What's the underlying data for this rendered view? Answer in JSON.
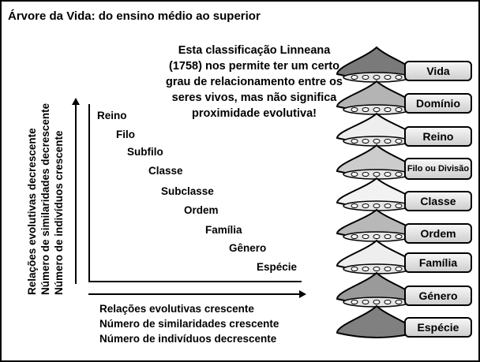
{
  "title": "Árvore da Vida: do ensino médio ao superior",
  "note": "Esta classificação Linneana (1758) nos permite ter um certo grau de relacionamento entre os seres vivos, mas não significa proximidade evolutiva!",
  "ranks": [
    "Reino",
    "Filo",
    "Subfilo",
    "Classe",
    "Subclasse",
    "Ordem",
    "Família",
    "Gênero",
    "Espécie"
  ],
  "vertical_axis_labels": [
    "Relações evolutivas decrescente",
    "Número de similaridades decrescente",
    "Número de indivíduos crescente"
  ],
  "horizontal_axis_labels": [
    "Relações evolutivas crescente",
    "Número de similaridades crescente",
    "Número de indivíduos decrescente"
  ],
  "hierarchy_labels": [
    "Vida",
    "Domínio",
    "Reino",
    "Filo ou Divisão",
    "Classe",
    "Ordem",
    "Família",
    "Género",
    "Espécie"
  ],
  "colors": {
    "accent_dark": "#707070",
    "accent_light": "#eeeeee"
  }
}
